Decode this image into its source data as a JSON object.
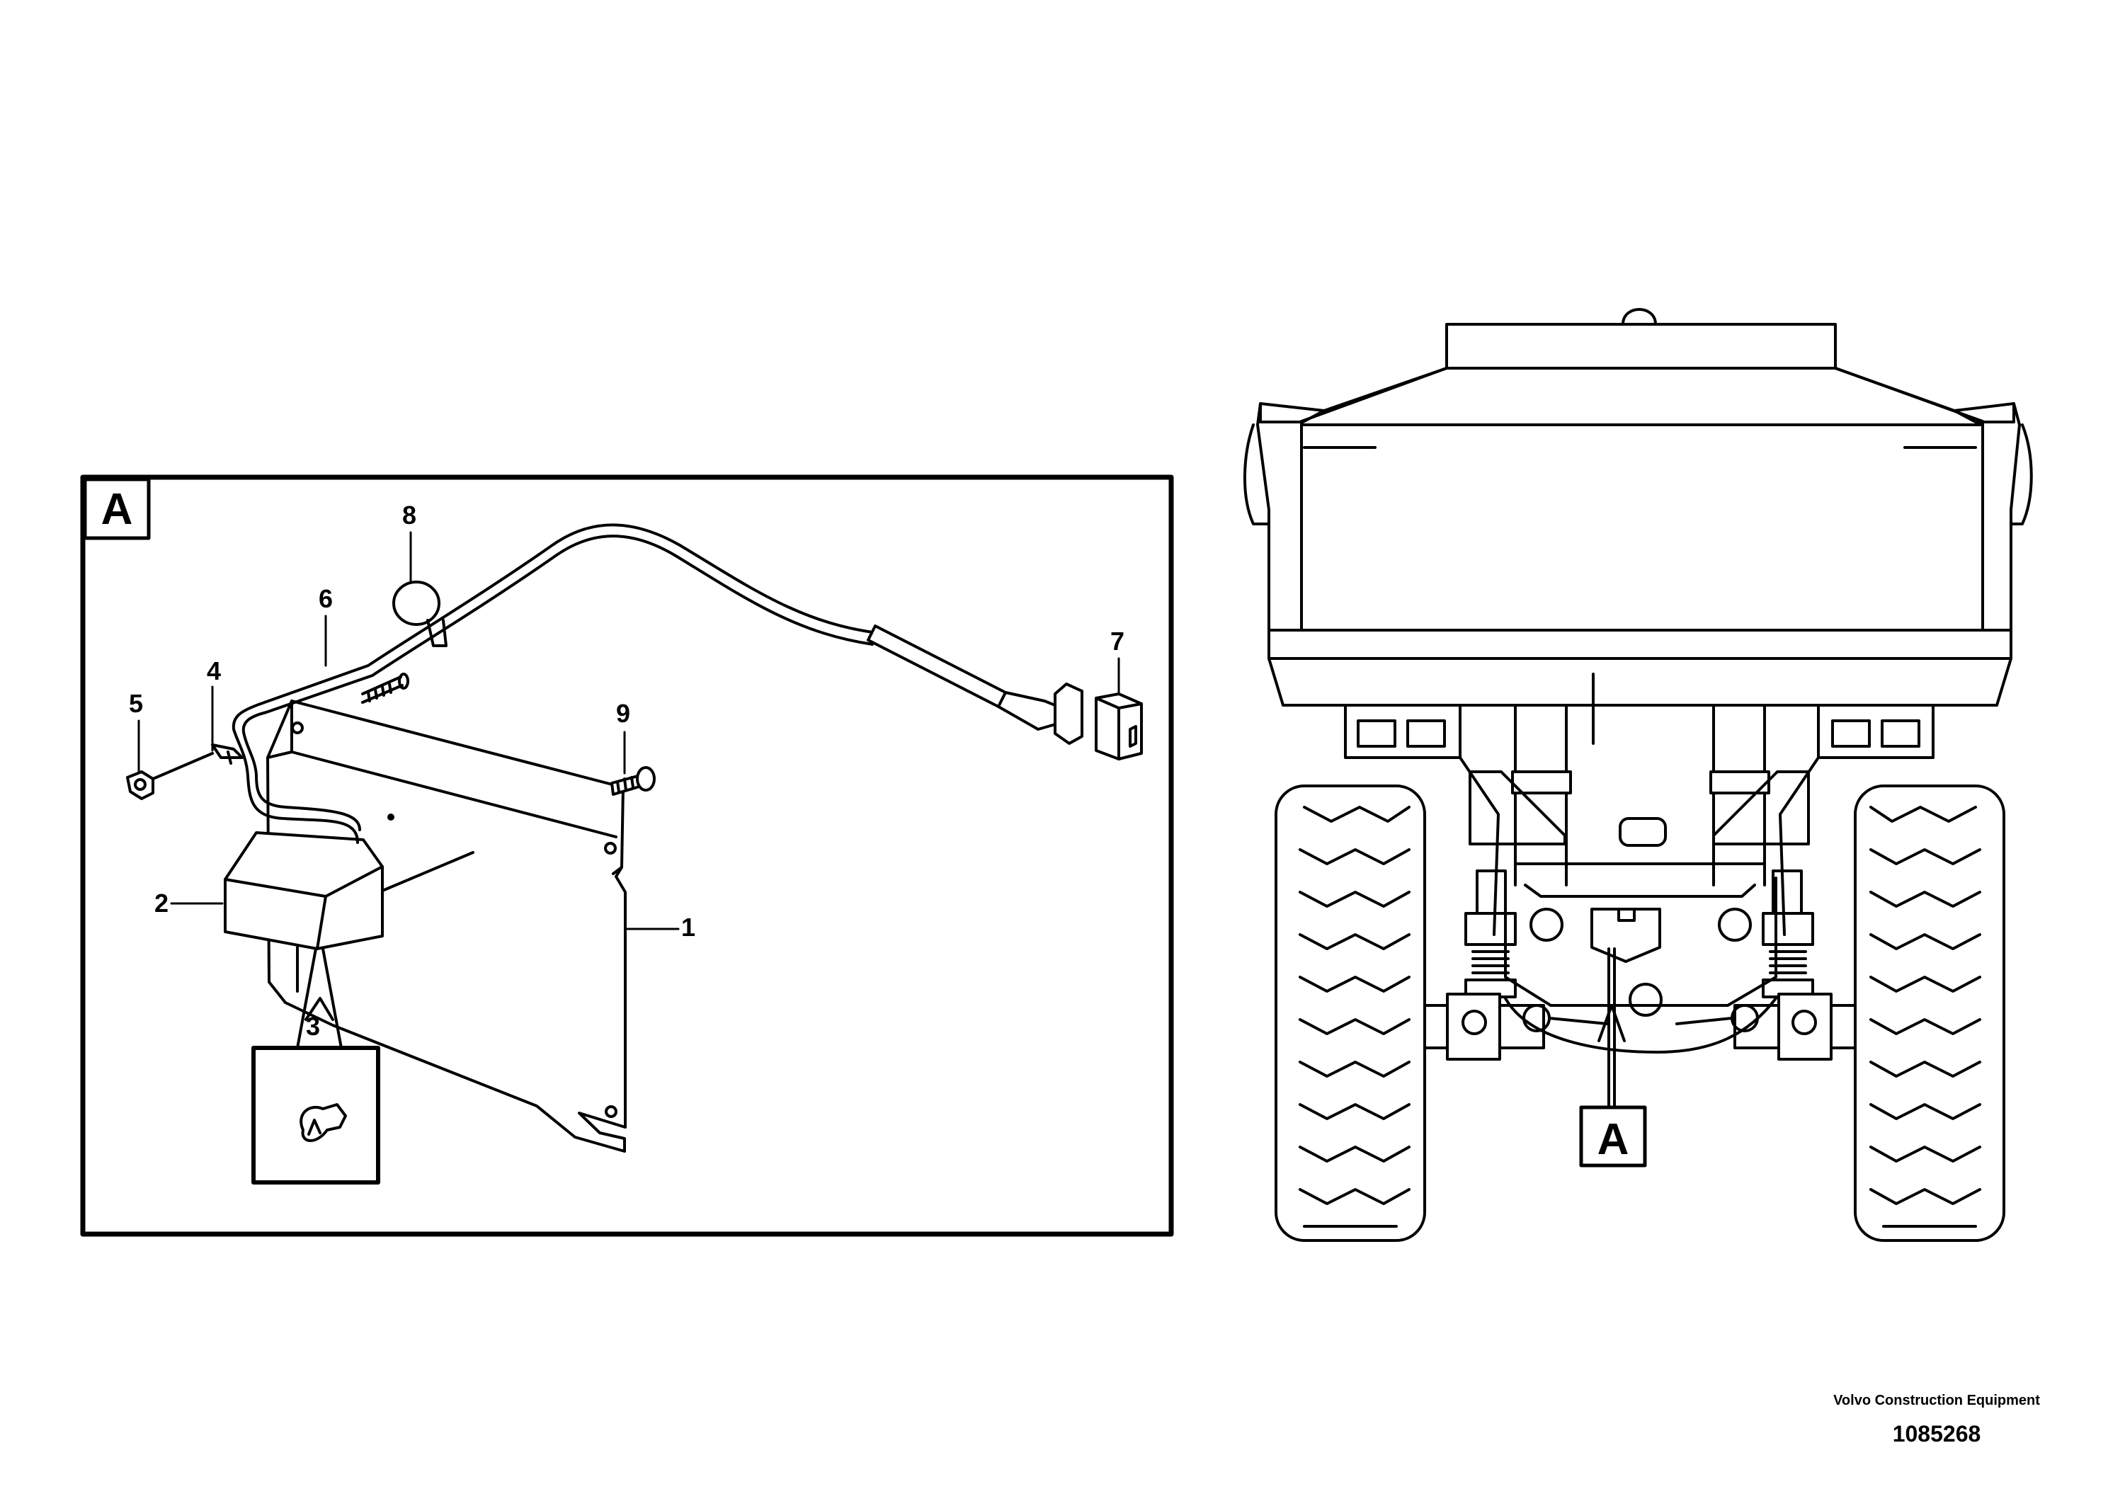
{
  "detail": {
    "frame_label": "A",
    "callouts": [
      "1",
      "2",
      "3",
      "4",
      "5",
      "6",
      "7",
      "8",
      "9"
    ]
  },
  "machine": {
    "view_marker": "A"
  },
  "footer": {
    "manufacturer": "Volvo Construction Equipment",
    "drawing_number": "1085268"
  }
}
